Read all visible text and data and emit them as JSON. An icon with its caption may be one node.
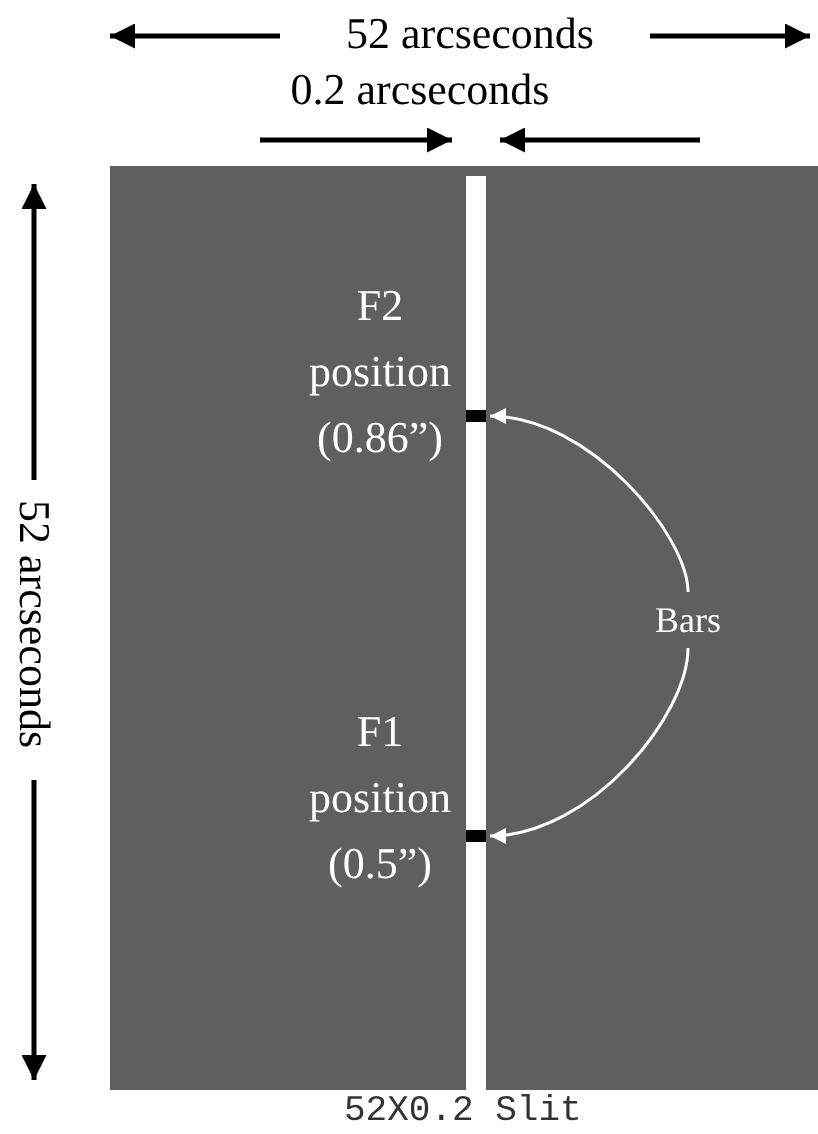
{
  "diagram": {
    "nodes": [
      {
        "text": [
          "Bars"
        ]
      },
      {
        "text": [],
        "shape": "bar"
      },
      {
        "text": [],
        "shape": "bar"
      }
    ],
    "edges": [
      {
        "from": 0,
        "to": 1,
        "arrow": "to"
      },
      {
        "from": 0,
        "to": 2,
        "arrow": "to"
      }
    ],
    "labels": [
      "52 arcseconds",
      "0.2 arcseconds",
      "52 arcseconds",
      "F2 position (0.86”)",
      "F1 position (0.5”)",
      "52X0.2 Slit"
    ]
  }
}
